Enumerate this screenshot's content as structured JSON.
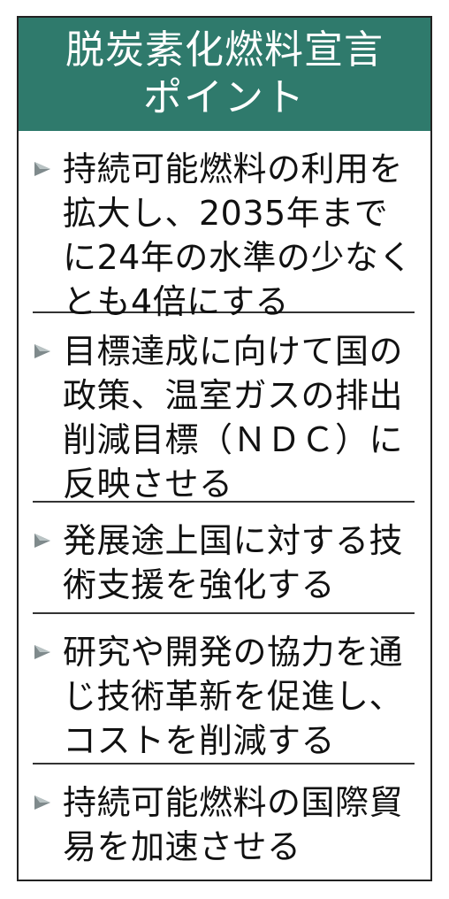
{
  "header": {
    "title": "脱炭素化燃料宣言",
    "subtitle": "ポイント",
    "background_color": "#2f7a6c"
  },
  "bullet_icon": "triangle-right-icon",
  "items": [
    {
      "text": "持続可能燃料の利用を拡大し、2035年までに24年の水準の少なくとも4倍にする"
    },
    {
      "text": "目標達成に向けて国の政策、温室ガスの排出削減目標（ＮＤＣ）に反映させる"
    },
    {
      "text": "発展途上国に対する技術支援を強化する"
    },
    {
      "text": "研究や開発の協力を通じ技術革新を促進し、コストを削減する"
    },
    {
      "text": "持続可能燃料の国際貿易を加速させる"
    }
  ]
}
